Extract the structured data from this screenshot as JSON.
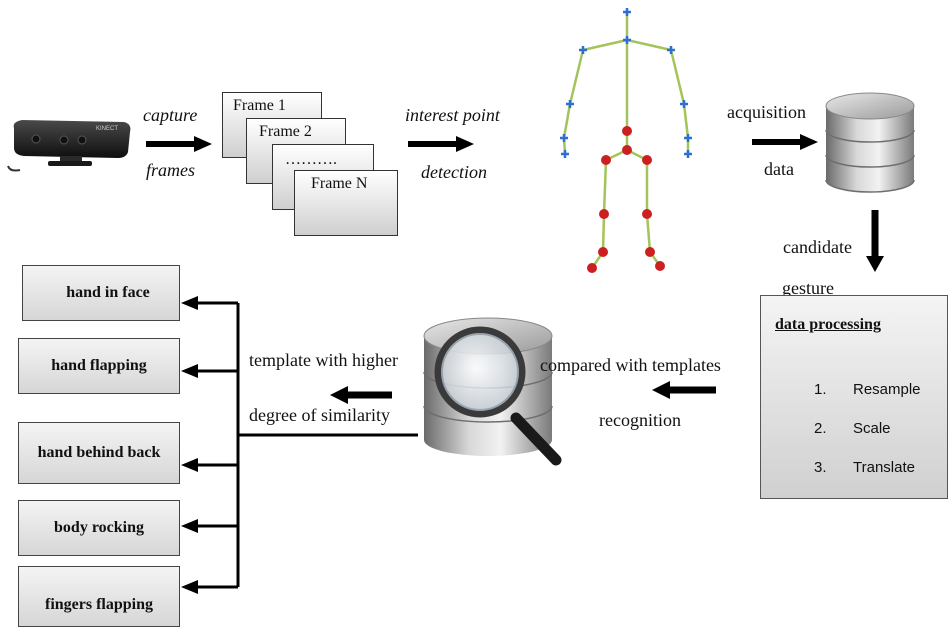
{
  "labels": {
    "capture": "capture",
    "frames": "frames",
    "interest_point": "interest point",
    "detection": "detection",
    "acquisition": "acquisition",
    "data": "data",
    "candidate": "candidate",
    "gesture": "gesture",
    "compared_with_templates": "compared with templates",
    "recognition": "recognition",
    "template_with_higher": "template with higher",
    "degree_of_similarity": "degree of similarity"
  },
  "frames": [
    "Frame 1",
    "Frame 2",
    "……….",
    "Frame N"
  ],
  "kinect_logo": "KINECT",
  "data_processing": {
    "title": "data processing",
    "steps": [
      {
        "num": "1.",
        "label": "Resample"
      },
      {
        "num": "2.",
        "label": "Scale"
      },
      {
        "num": "3.",
        "label": "Translate"
      }
    ]
  },
  "gestures": [
    "hand in face",
    "hand flapping",
    "hand behind back",
    "body rocking",
    "fingers flapping"
  ],
  "colors": {
    "skeleton_line": "#a3c45a",
    "joint_upper": "#2e6fd0",
    "joint_lower": "#cc2020",
    "arrow": "#000000"
  }
}
